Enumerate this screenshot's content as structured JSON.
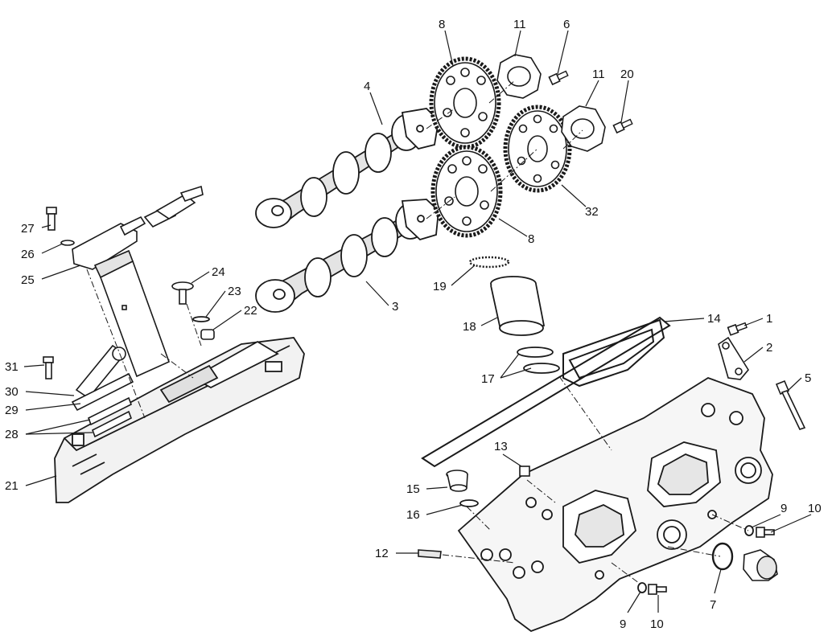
{
  "colors": {
    "line": "#1a1a1a",
    "part_fill": "#ffffff",
    "part_shade": "#d8d8d8",
    "background": "#ffffff"
  },
  "callouts": [
    {
      "id": "c8a",
      "label": "8"
    },
    {
      "id": "c11a",
      "label": "11"
    },
    {
      "id": "c6",
      "label": "6"
    },
    {
      "id": "c11b",
      "label": "11"
    },
    {
      "id": "c20",
      "label": "20"
    },
    {
      "id": "c4",
      "label": "4"
    },
    {
      "id": "c32",
      "label": "32"
    },
    {
      "id": "c8b",
      "label": "8"
    },
    {
      "id": "c27",
      "label": "27"
    },
    {
      "id": "c26",
      "label": "26"
    },
    {
      "id": "c25",
      "label": "25"
    },
    {
      "id": "c24",
      "label": "24"
    },
    {
      "id": "c23",
      "label": "23"
    },
    {
      "id": "c22",
      "label": "22"
    },
    {
      "id": "c3",
      "label": "3"
    },
    {
      "id": "c19",
      "label": "19"
    },
    {
      "id": "c18",
      "label": "18"
    },
    {
      "id": "c14",
      "label": "14"
    },
    {
      "id": "c1",
      "label": "1"
    },
    {
      "id": "c2",
      "label": "2"
    },
    {
      "id": "c17",
      "label": "17"
    },
    {
      "id": "c5",
      "label": "5"
    },
    {
      "id": "c31",
      "label": "31"
    },
    {
      "id": "c30",
      "label": "30"
    },
    {
      "id": "c29",
      "label": "29"
    },
    {
      "id": "c28",
      "label": "28"
    },
    {
      "id": "c21",
      "label": "21"
    },
    {
      "id": "c13",
      "label": "13"
    },
    {
      "id": "c15",
      "label": "15"
    },
    {
      "id": "c16",
      "label": "16"
    },
    {
      "id": "c12",
      "label": "12"
    },
    {
      "id": "c9a",
      "label": "9"
    },
    {
      "id": "c10a",
      "label": "10"
    },
    {
      "id": "c7",
      "label": "7"
    },
    {
      "id": "c9b",
      "label": "9"
    },
    {
      "id": "c10b",
      "label": "10"
    }
  ]
}
